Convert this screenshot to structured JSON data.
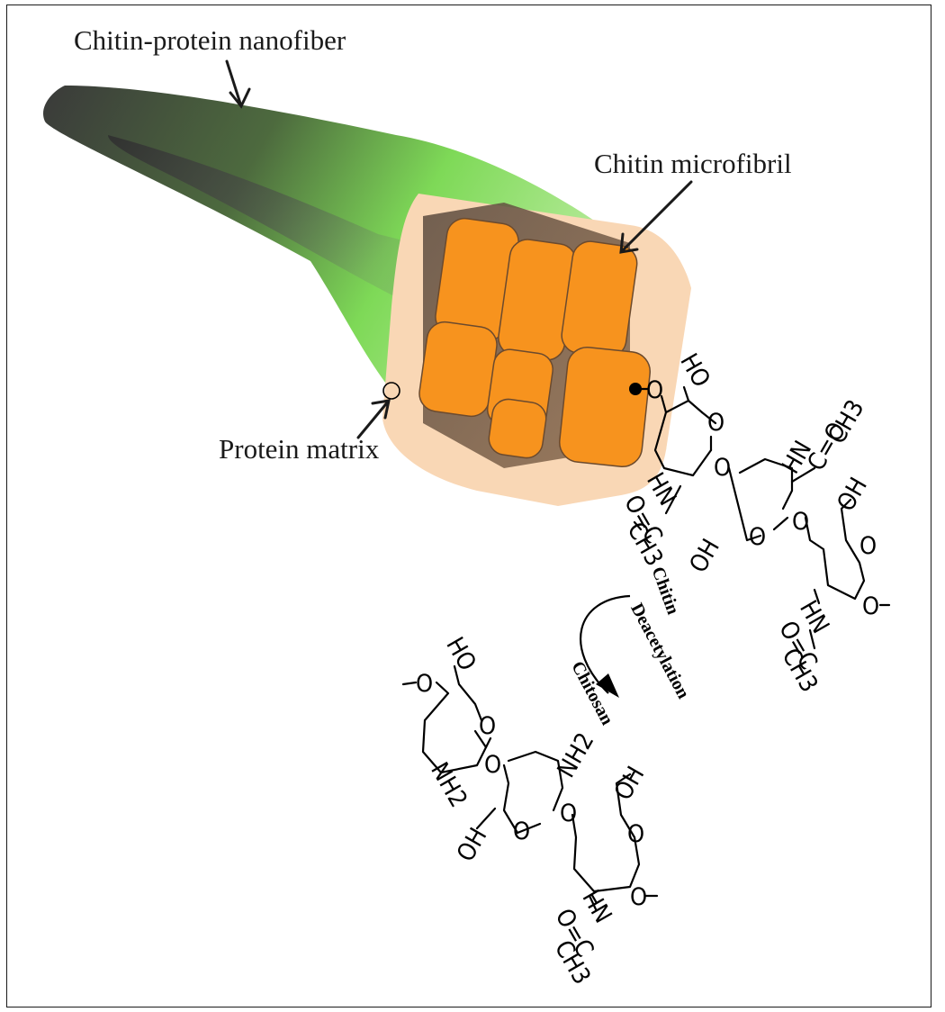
{
  "labels": {
    "nanofiber": "Chitin-protein nanofiber",
    "microfibril": "Chitin microfibril",
    "matrix": "Protein matrix"
  },
  "reaction": {
    "reactant": "Chitin",
    "process": "Deacetylation",
    "product": "Chitosan"
  },
  "chitin_groups": {
    "ho": "HO",
    "o_link": "O",
    "o_ring1": "O",
    "o_ring2": "O",
    "o_ring3": "O",
    "o_glyco1": "O",
    "o_glyco2": "O",
    "o_tail": "O",
    "hn1": "HN",
    "o_eq_c1": "O=C",
    "ch3_1": "CH3",
    "hn2": "HN",
    "o_eq_c2": "C=O",
    "ch3_2": "CH3",
    "oh1": "OH",
    "oh2": "OH",
    "hn3": "HN",
    "o_eq_c3": "O=C",
    "ch3_3": "CH3"
  },
  "chitosan_groups": {
    "o_head": "O",
    "ho": "HO",
    "o_ring1": "O",
    "o_glyco1": "O",
    "nh2_1": "NH2",
    "nh2_2": "NH2",
    "oh1": "OH",
    "o_ring2": "O",
    "o_glyco2": "O",
    "oh2": "OH",
    "o_ring3": "O",
    "hn": "HN",
    "o_eq_c": "O=C",
    "ch3": "CH3",
    "o_tail": "O"
  },
  "colors": {
    "fiber_dark": "#3a3a3a",
    "fiber_green": "#7ed957",
    "matrix_peach": "#f9d7b5",
    "fibril_orange": "#f7931e",
    "fibril_stroke": "#6b4a2e"
  }
}
